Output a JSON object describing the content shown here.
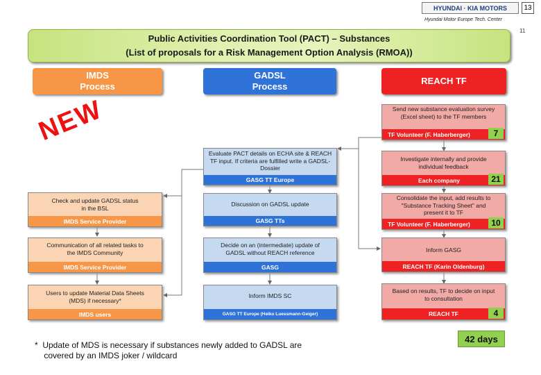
{
  "header": {
    "logo_text": "HYUNDAI · KIA MOTORS",
    "page_number": "13",
    "company": "Hyundai Motor Europe Tech. Center",
    "sub_number": "11"
  },
  "banner": {
    "line1": "Public Activities Coordination Tool (PACT) – Substances",
    "line2": "(List of proposals for a Risk Management Option Analysis (RMOA))"
  },
  "new_label": "NEW",
  "columns": {
    "imds": "IMDS\nProcess",
    "gadsl": "GADSL\nProcess",
    "reach": "REACH TF"
  },
  "imds_boxes": [
    {
      "text": "Check and update GADSL status in the BSL",
      "bar": "IMDS Service Provider"
    },
    {
      "text": "Communication of all related tasks to the IMDS Community",
      "bar": "IMDS Service Provider"
    },
    {
      "text": "Users to update Material Data Sheets (MDS) if necessary*",
      "bar": "IMDS users"
    }
  ],
  "gadsl_boxes": [
    {
      "text": "Evaluate PACT details on ECHA site & REACH TF input. If criteria are fulfilled write a GADSL-Dossier",
      "bar": "GASG TT Europe"
    },
    {
      "text": "Discussion on GADSL update",
      "bar": "GASG TTs"
    },
    {
      "text": "Decide on an (intermediate) update of GADSL without REACH reference",
      "bar": "GASG"
    },
    {
      "text": "Inform IMDS SC",
      "bar": "GASG TT Europe (Heiko Luessmann-Geiger)"
    }
  ],
  "reach_boxes": [
    {
      "text": "Send new substance evaluation survey (Excel sheet) to the TF members",
      "bar": "TF Volunteer (F. Haberberger)",
      "days": "7"
    },
    {
      "text": "Investigate internally and provide individual feedback",
      "bar": "Each company",
      "days": "21"
    },
    {
      "text": "Consolidate the input, add results to \"Substance Tracking Sheet\" and present it to TF",
      "bar": "TF Volunteer (F. Haberberger)",
      "days": "10"
    },
    {
      "text": "Inform GASG",
      "bar": "REACH TF (Karin Oldenburg)",
      "days": ""
    },
    {
      "text": "Based on results, TF to decide on input to consultation",
      "bar": "REACH TF",
      "days": "4"
    }
  ],
  "total_days": "42 days",
  "footnote": "*  Update of MDS is necessary if substances newly added to GADSL are\n    covered by an IMDS joker / wildcard",
  "colors": {
    "orange": "#f79646",
    "blue": "#2f72d8",
    "red": "#ee2222",
    "green": "#92d050"
  }
}
